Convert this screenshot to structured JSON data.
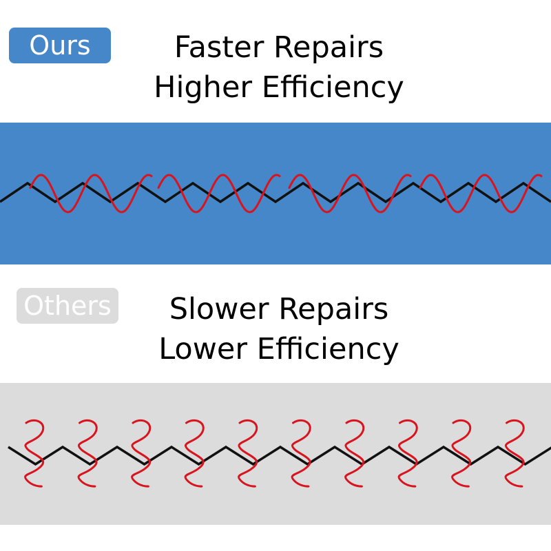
{
  "colors": {
    "ours_accent": "#4587c8",
    "others_accent": "#dcdcdc",
    "chain": "#111111",
    "repair": "#d8141e"
  },
  "ours": {
    "badge": "Ours",
    "headline_line1": "Faster Repairs",
    "headline_line2": "Higher Efficiency",
    "wave_icon": "red-sine-loops-icon"
  },
  "others": {
    "badge": "Others",
    "headline_line1": "Slower Repairs",
    "headline_line2": "Lower Efficiency",
    "curl_icon": "red-s-curl-icon"
  }
}
